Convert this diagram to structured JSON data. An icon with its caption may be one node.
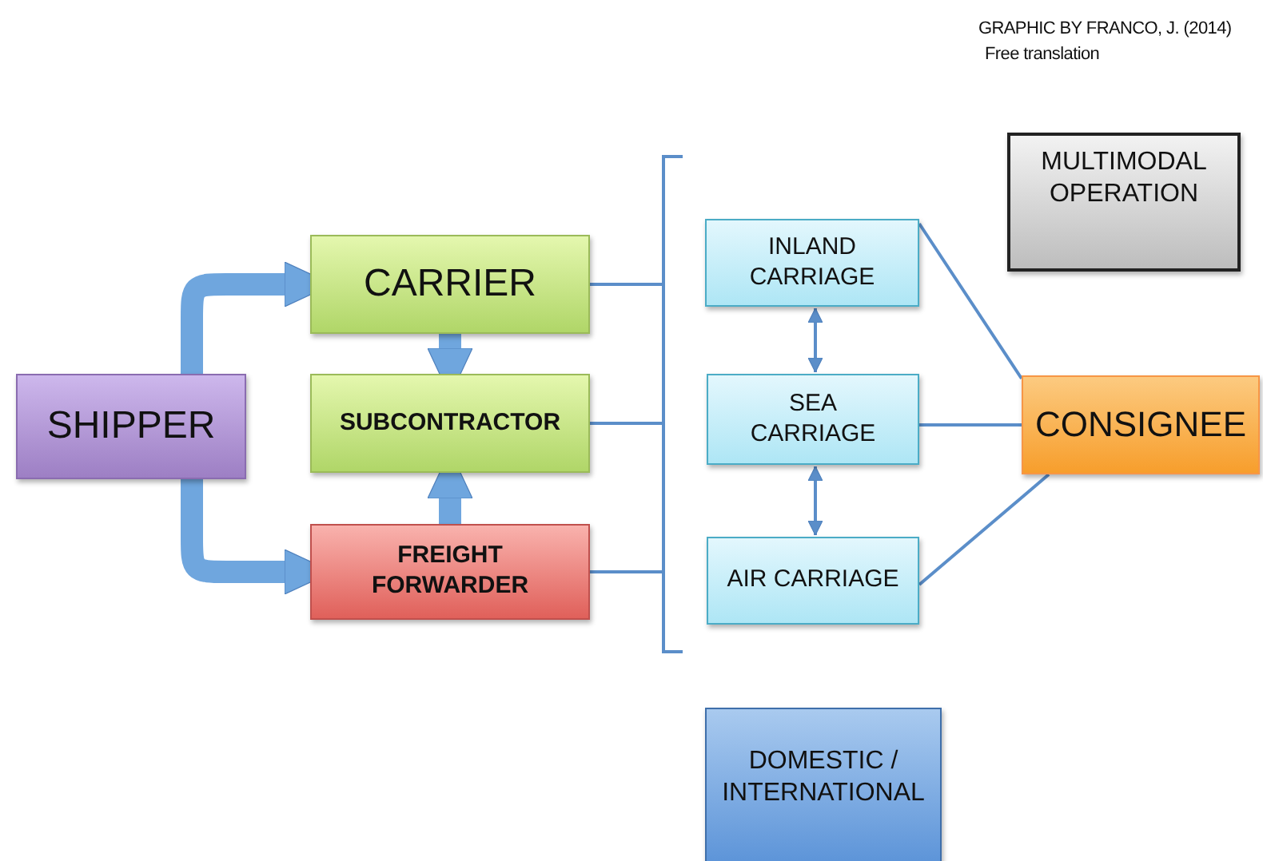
{
  "diagram": {
    "nodes": [
      {
        "text": [
          "SHIPPER"
        ]
      },
      {
        "text": [
          "CARRIER"
        ]
      },
      {
        "text": [
          "SUBCONTRACTOR"
        ]
      },
      {
        "text": [
          "FREIGHT FORWARDER"
        ]
      },
      {
        "text": [],
        "shape": "bracket"
      },
      {
        "text": [
          "INLAND CARRIAGE"
        ]
      },
      {
        "text": [
          "SEA CARRIAGE"
        ]
      },
      {
        "text": [
          "AIR CARRIAGE"
        ]
      },
      {
        "text": [
          "CONSIGNEE"
        ]
      },
      {
        "text": [
          "MULTIMODAL OPERATION"
        ]
      },
      {
        "text": [
          "DOMESTIC / INTERNATIONAL"
        ]
      }
    ],
    "edges": [
      {
        "from": 0,
        "to": 1,
        "arrow": "to",
        "style": "thick",
        "color": "#6fa6de"
      },
      {
        "from": 0,
        "to": 3,
        "arrow": "to",
        "style": "thick",
        "color": "#6fa6de"
      },
      {
        "from": 1,
        "to": 2,
        "arrow": "to",
        "style": "thick",
        "color": "#6fa6de"
      },
      {
        "from": 3,
        "to": 2,
        "arrow": "to",
        "style": "thick",
        "color": "#6fa6de"
      },
      {
        "from": 1,
        "to": 4,
        "arrow": "none"
      },
      {
        "from": 2,
        "to": 4,
        "arrow": "none"
      },
      {
        "from": 3,
        "to": 4,
        "arrow": "none"
      },
      {
        "from": 5,
        "to": 6,
        "arrow": "both"
      },
      {
        "from": 6,
        "to": 7,
        "arrow": "both"
      },
      {
        "from": 5,
        "to": 8,
        "arrow": "none"
      },
      {
        "from": 6,
        "to": 8,
        "arrow": "none"
      },
      {
        "from": 7,
        "to": 8,
        "arrow": "none"
      }
    ],
    "labels": [
      "GRAPHIC BY FRANCO, J. (2014)",
      "Free translation"
    ]
  }
}
